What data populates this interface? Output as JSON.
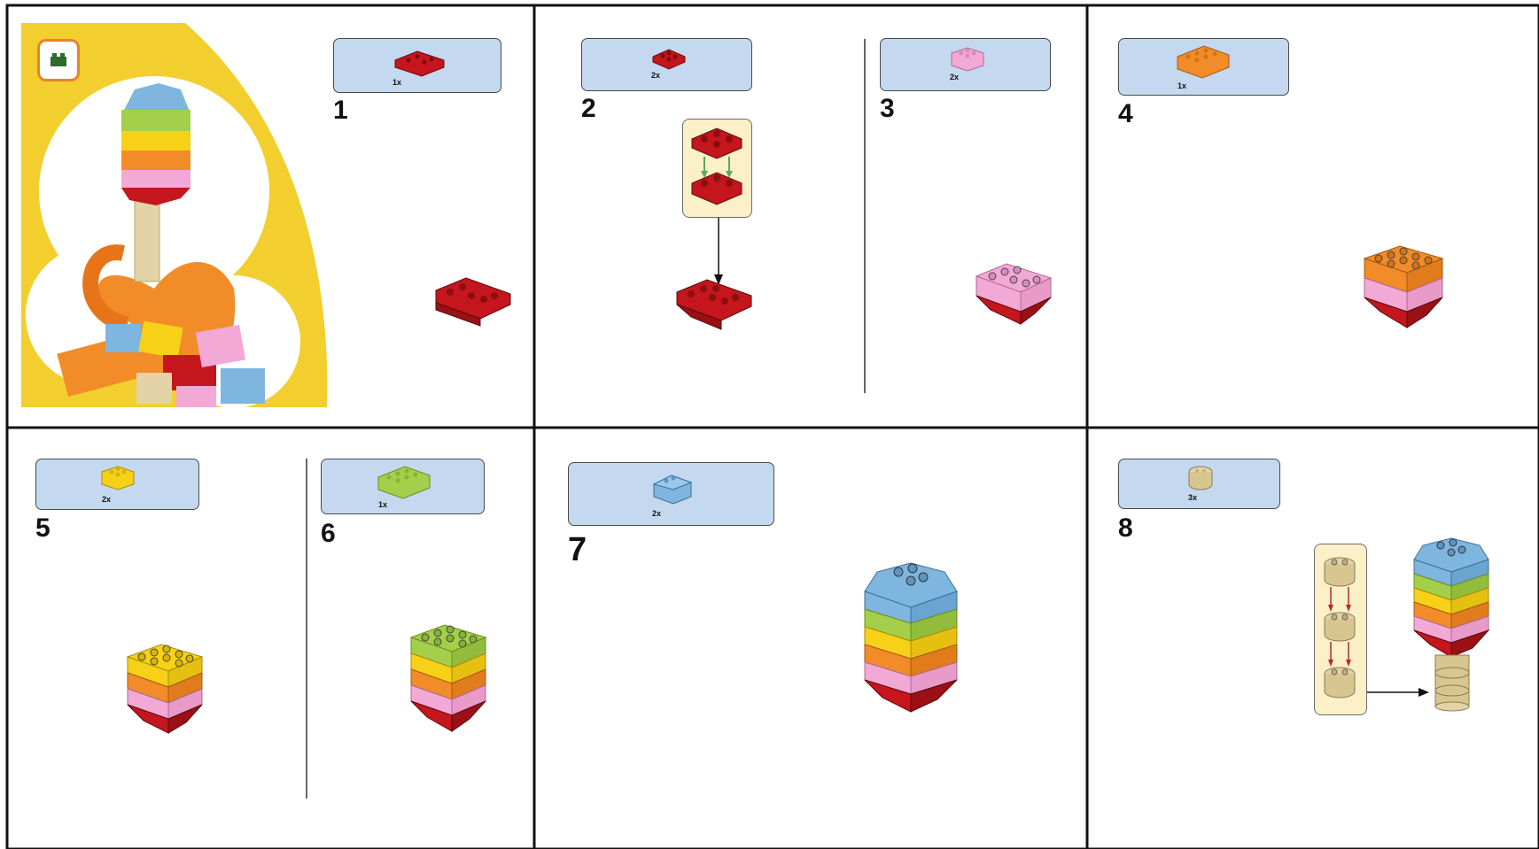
{
  "colors": {
    "red": "#c4161c",
    "pink": "#f2a9d6",
    "orange": "#f28c28",
    "yellow": "#f7d117",
    "lime": "#a3cf4a",
    "blue": "#7fb6e0",
    "tan": "#e3d3a6",
    "panel_bg": "#c4d8f0",
    "sun": "#f2cf2e"
  },
  "steps": [
    {
      "number": "1",
      "parts": [
        {
          "qty": "1x",
          "part": "red-inverted-slope-2x4"
        }
      ]
    },
    {
      "number": "2",
      "parts": [
        {
          "qty": "2x",
          "part": "red-plate-2x2"
        }
      ]
    },
    {
      "number": "3",
      "parts": [
        {
          "qty": "2x",
          "part": "pink-brick-2x2"
        }
      ]
    },
    {
      "number": "4",
      "parts": [
        {
          "qty": "1x",
          "part": "orange-brick-2x4"
        }
      ]
    },
    {
      "number": "5",
      "parts": [
        {
          "qty": "2x",
          "part": "yellow-brick-2x2"
        }
      ]
    },
    {
      "number": "6",
      "parts": [
        {
          "qty": "1x",
          "part": "lime-brick-2x4"
        }
      ]
    },
    {
      "number": "7",
      "parts": [
        {
          "qty": "2x",
          "part": "blue-slope-2x2"
        }
      ]
    },
    {
      "number": "8",
      "parts": [
        {
          "qty": "3x",
          "part": "tan-round-brick-2x2"
        }
      ]
    }
  ]
}
